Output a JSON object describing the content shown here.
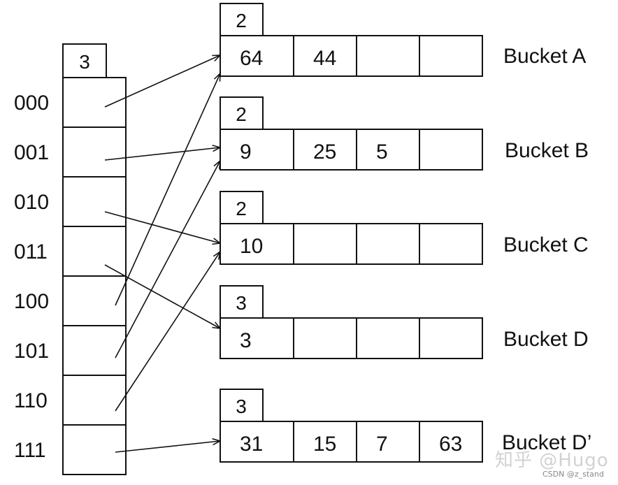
{
  "directory": {
    "global_depth": "3",
    "entries": [
      {
        "bits": "000",
        "bucket": "Bucket A"
      },
      {
        "bits": "001",
        "bucket": "Bucket B"
      },
      {
        "bits": "010",
        "bucket": "Bucket C"
      },
      {
        "bits": "011",
        "bucket": "Bucket D"
      },
      {
        "bits": "100",
        "bucket": "Bucket A"
      },
      {
        "bits": "101",
        "bucket": "Bucket B"
      },
      {
        "bits": "110",
        "bucket": "Bucket C"
      },
      {
        "bits": "111",
        "bucket": "Bucket D’"
      }
    ]
  },
  "buckets": [
    {
      "label": "Bucket A",
      "local_depth": "2",
      "slots": [
        "64",
        "44",
        "",
        ""
      ]
    },
    {
      "label": "Bucket B",
      "local_depth": "2",
      "slots": [
        "9",
        "25",
        "5",
        ""
      ]
    },
    {
      "label": "Bucket C",
      "local_depth": "2",
      "slots": [
        "10",
        "",
        "",
        ""
      ]
    },
    {
      "label": "Bucket D",
      "local_depth": "3",
      "slots": [
        "3",
        "",
        "",
        ""
      ]
    },
    {
      "label": "Bucket D’",
      "local_depth": "3",
      "slots": [
        "31",
        "15",
        "7",
        "63"
      ]
    }
  ],
  "watermark": {
    "zhihu": "知乎 @Hugo",
    "csdn": "CSDN @z_stand"
  }
}
